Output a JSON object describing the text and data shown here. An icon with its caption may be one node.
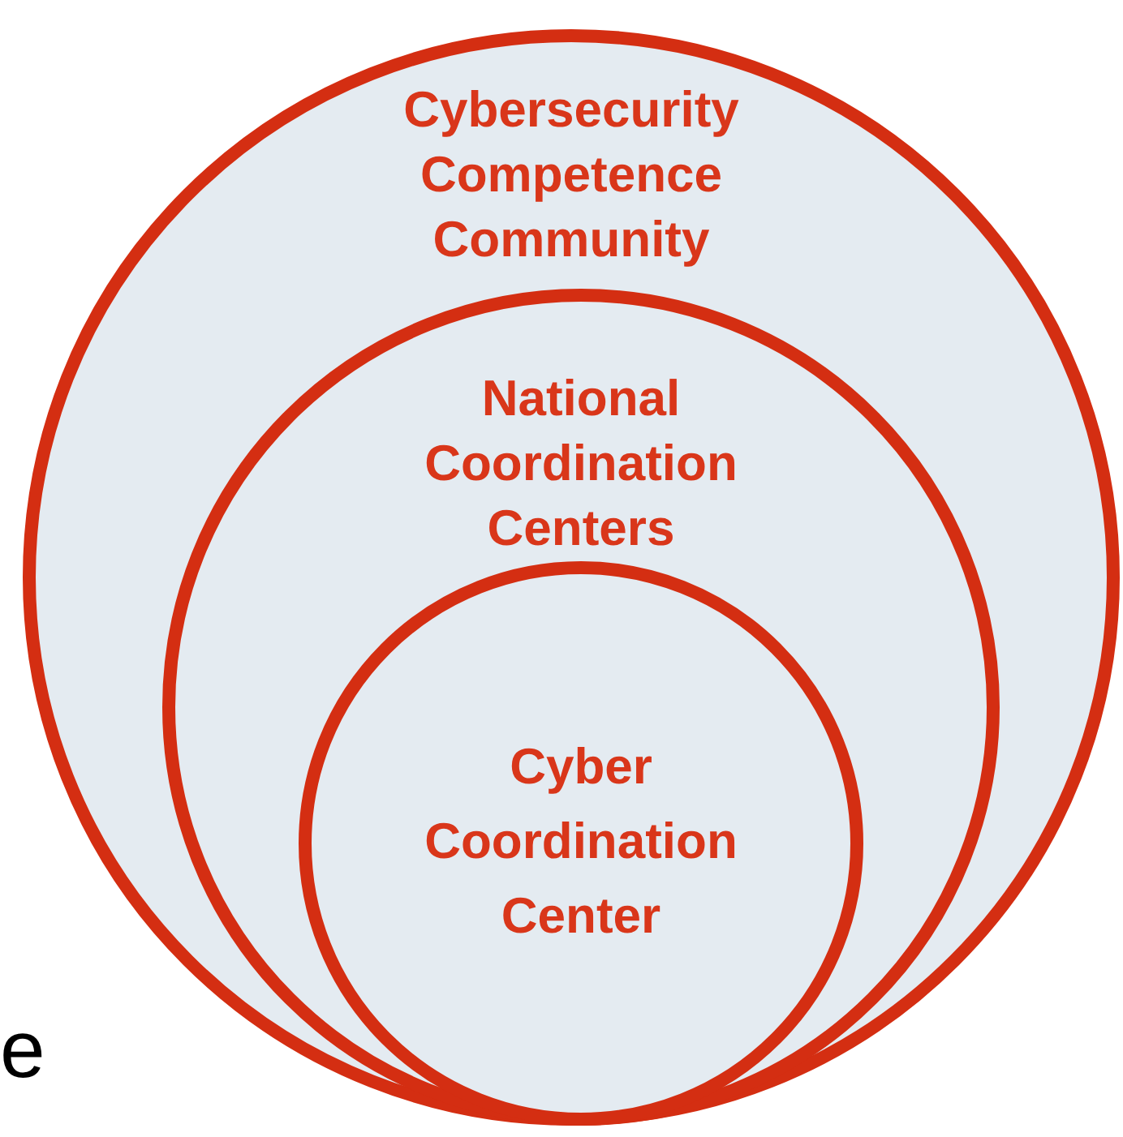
{
  "diagram": {
    "nodes": [
      {
        "text": [
          "Cybersecurity Competence Community"
        ]
      },
      {
        "text": [
          "National Coordination Centers"
        ],
        "in": 0
      },
      {
        "text": [
          "Cyber Coordination Center"
        ],
        "in": 1
      }
    ],
    "labels": [
      "e"
    ]
  }
}
